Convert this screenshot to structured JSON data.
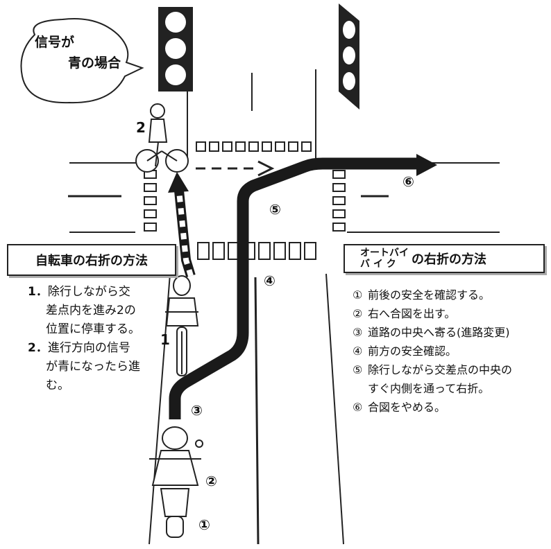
{
  "callout": {
    "line1": "信号が",
    "line2": "青の場合"
  },
  "bicycle_panel": {
    "title": "自転車の右折の方法",
    "steps": [
      {
        "num": "1．",
        "line1": "除行しながら交",
        "line2": "差点内を進み2の",
        "line3": "位置に停車する。"
      },
      {
        "num": "2．",
        "line1": "進行方向の信号",
        "line2": "が青になったら進",
        "line3": "む。"
      }
    ]
  },
  "motorbike_panel": {
    "title_upper": "オートバイ",
    "title_lower": "バ イ ク",
    "title_rest": "の右折の方法",
    "steps": [
      {
        "mark": "①",
        "text": "前後の安全を確認する。"
      },
      {
        "mark": "②",
        "text": "右へ合図を出す。"
      },
      {
        "mark": "③",
        "text": "道路の中央へ寄る(進路変更)"
      },
      {
        "mark": "④",
        "text": "前方の安全確認。"
      },
      {
        "mark": "⑤",
        "text": "除行しながら交差点の中央の"
      },
      {
        "mark": "",
        "text": "すぐ内側を通って右折。"
      },
      {
        "mark": "⑥",
        "text": "合図をやめる。"
      }
    ]
  },
  "markers": {
    "m1": "①",
    "m2": "②",
    "m3": "③",
    "m4": "④",
    "m5": "⑤",
    "m6": "⑥",
    "bike1": "1",
    "bike2": "2"
  }
}
